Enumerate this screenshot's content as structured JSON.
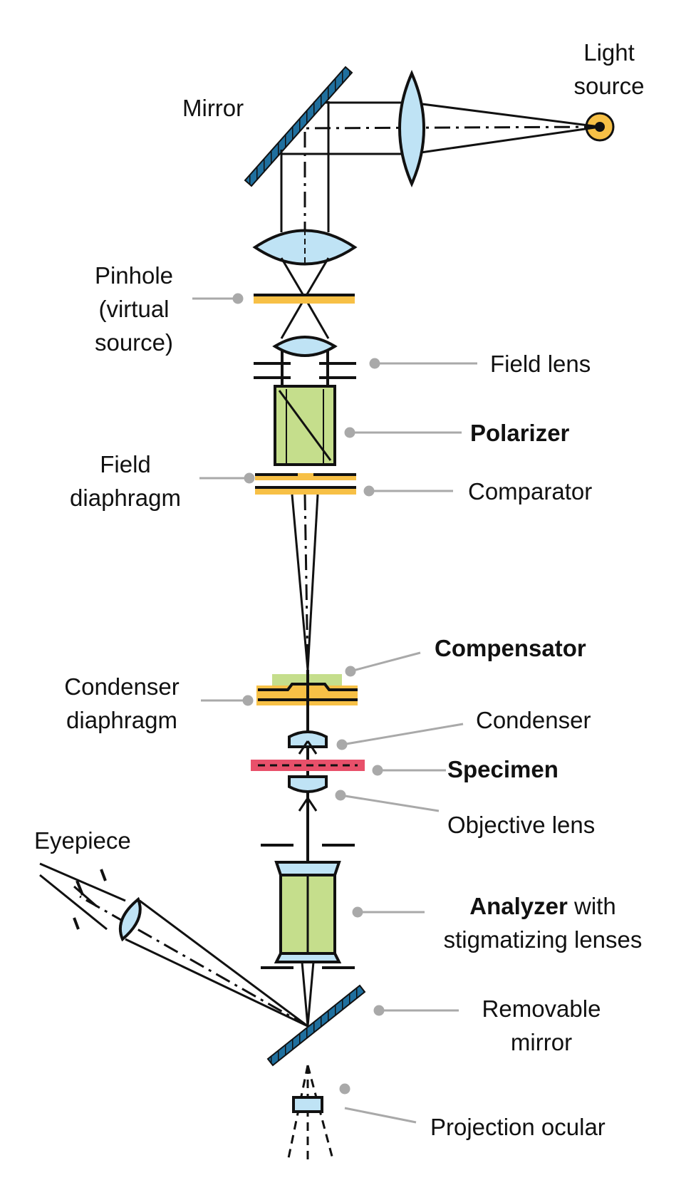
{
  "labels": {
    "light_source": [
      "Light",
      "source"
    ],
    "mirror": "Mirror",
    "pinhole": [
      "Pinhole",
      "(virtual",
      "source)"
    ],
    "field_lens": "Field lens",
    "polarizer": "Polarizer",
    "field_diaphragm": [
      "Field",
      "diaphragm"
    ],
    "comparator": "Comparator",
    "compensator": "Compensator",
    "condenser_diaphragm": [
      "Condenser",
      "diaphragm"
    ],
    "condenser": "Condenser",
    "specimen": "Specimen",
    "objective_lens": "Objective lens",
    "eyepiece": "Eyepiece",
    "analyzer_bold": "Analyzer",
    "analyzer_rest": " with",
    "analyzer_line2": "stigmatizing lenses",
    "removable_mirror": [
      "Removable",
      "mirror"
    ],
    "projection_ocular": "Projection ocular"
  },
  "colors": {
    "lens_blue": "#bfe3f5",
    "mirror_blue": "#1f6f9e",
    "prism_green": "#c5de8c",
    "diaphragm_yellow": "#f7c046",
    "specimen_red": "#e8506a",
    "leader_gray": "#a9a9a9",
    "ink": "#111111"
  }
}
